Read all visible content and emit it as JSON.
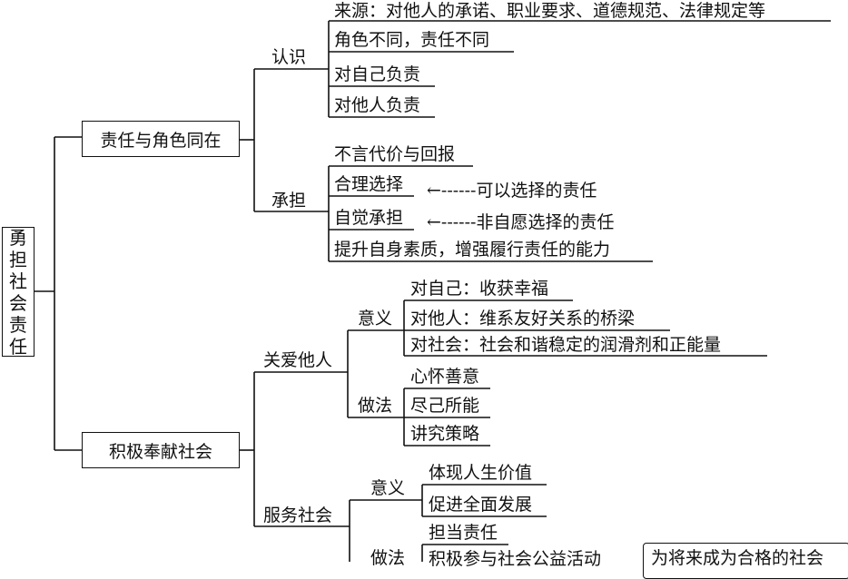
{
  "root": {
    "chars": [
      "勇",
      "担",
      "社",
      "会",
      "责",
      "任"
    ]
  },
  "branch1": {
    "label": "责任与角色同在",
    "renshi": {
      "label": "认识",
      "items": [
        "来源：对他人的承诺、职业要求、道德规范、法律规定等",
        "角色不同，责任不同",
        "对自己负责",
        "对他人负责"
      ]
    },
    "chengdan": {
      "label": "承担",
      "items": [
        "不言代价与回报",
        "合理选择",
        "自觉承担",
        "提升自身素质，增强履行责任的能力"
      ],
      "notes": [
        "←------可以选择的责任",
        "←------非自愿选择的责任"
      ]
    }
  },
  "branch2": {
    "label": "积极奉献社会",
    "guanai": {
      "label": "关爱他人",
      "yiyi": {
        "label": "意义",
        "items": [
          "对自己：收获幸福",
          "对他人：维系友好关系的桥梁",
          "对社会：社会和谐稳定的润滑剂和正能量"
        ]
      },
      "zuofa": {
        "label": "做法",
        "items": [
          "心怀善意",
          "尽己所能",
          "讲究策略"
        ]
      }
    },
    "fuwu": {
      "label": "服务社会",
      "yiyi": {
        "label": "意义",
        "items": [
          "体现人生价值",
          "促进全面发展"
        ]
      },
      "zuofa": {
        "label": "做法",
        "items": [
          "担当责任",
          "积极参与社会公益活动"
        ]
      },
      "note_box": "为将来成为合格的社会"
    }
  }
}
